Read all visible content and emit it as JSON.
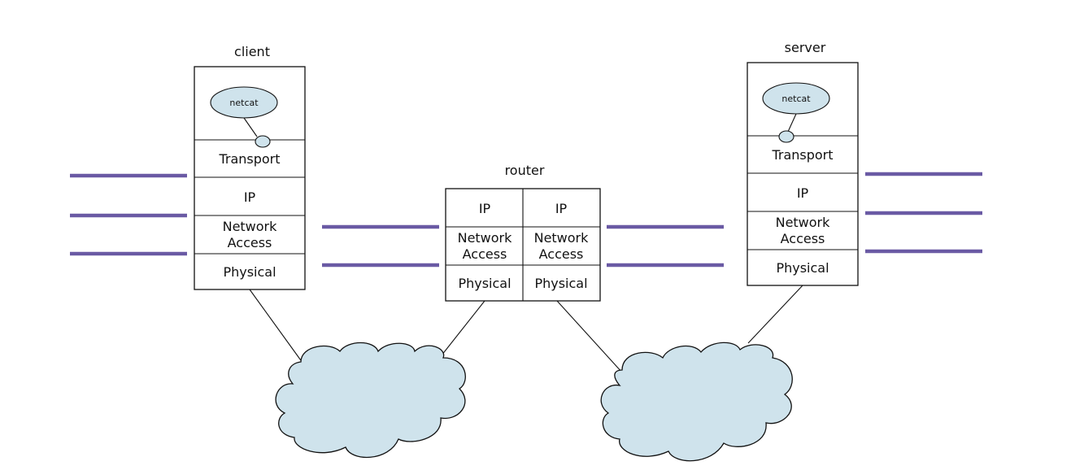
{
  "nodes": {
    "client": {
      "title": "client",
      "app": "netcat",
      "layers": [
        "Transport",
        "IP",
        [
          "Network",
          "Access"
        ],
        "Physical"
      ]
    },
    "router": {
      "title": "router",
      "left": {
        "layers": [
          "IP",
          [
            "Network",
            "Access"
          ],
          "Physical"
        ]
      },
      "right": {
        "layers": [
          "IP",
          [
            "Network",
            "Access"
          ],
          "Physical"
        ]
      }
    },
    "server": {
      "title": "server",
      "app": "netcat",
      "layers": [
        "Transport",
        "IP",
        [
          "Network",
          "Access"
        ],
        "Physical"
      ]
    }
  },
  "colors": {
    "bar": "#6a5aa4",
    "cloud": "#cfe3ec",
    "oval": "#cfe3ec",
    "line": "#111111"
  }
}
